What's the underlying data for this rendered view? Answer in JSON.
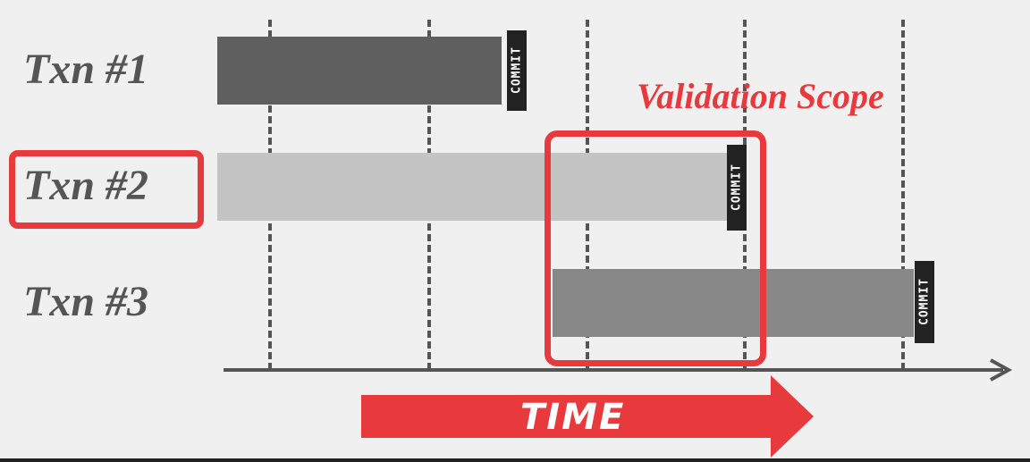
{
  "transactions": [
    {
      "label": "Txn #1",
      "commit": "COMMIT",
      "color": "#5f5f5f"
    },
    {
      "label": "Txn #2",
      "commit": "COMMIT",
      "color": "#c4c4c4"
    },
    {
      "label": "Txn #3",
      "commit": "COMMIT",
      "color": "#888888"
    }
  ],
  "validation_scope": {
    "label": "Validation Scope",
    "color": "#e8393c"
  },
  "time_arrow": {
    "label": "TIME",
    "color": "#e8393c"
  },
  "icons": [
    "arrow-right-icon"
  ]
}
